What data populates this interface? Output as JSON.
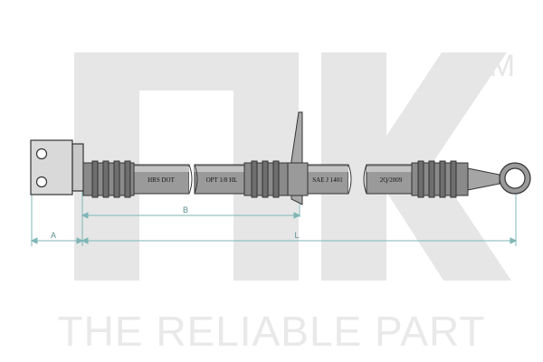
{
  "brand": {
    "trademark": "TM",
    "slogan": "THE RELIABLE PART",
    "watermark_color": "#e6e6e6"
  },
  "hose": {
    "markings": [
      "HRS DOT",
      "OPT 1/8 HL",
      "SAE J 1401",
      "2Q/2009"
    ]
  },
  "dimensions": {
    "labels": [
      "A",
      "B",
      "L"
    ],
    "line_color": "#7fb5b5"
  }
}
